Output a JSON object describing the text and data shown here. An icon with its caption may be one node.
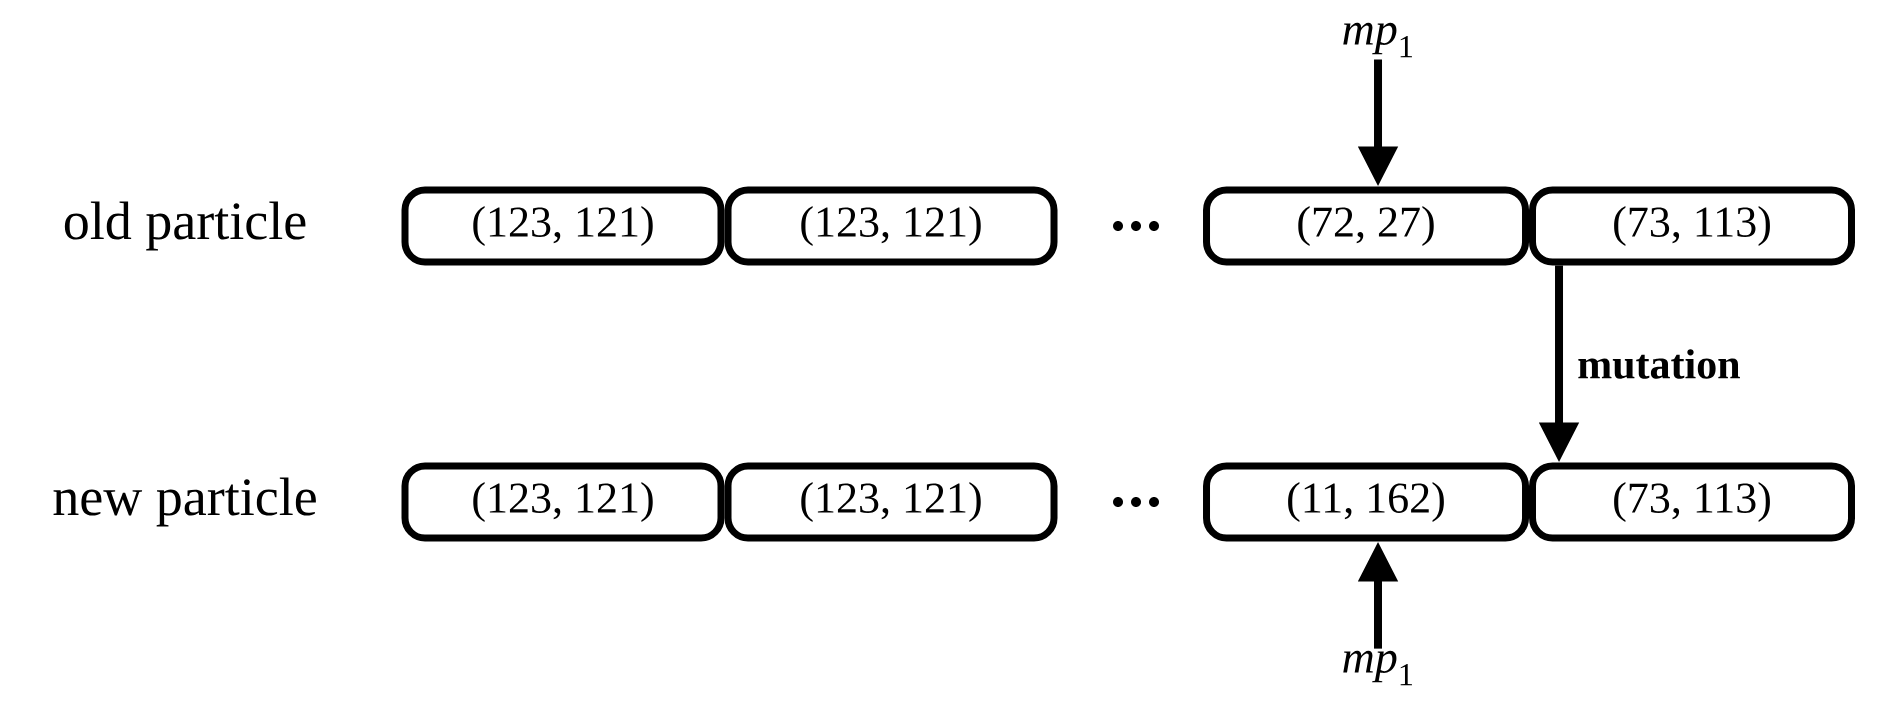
{
  "diagram": {
    "nodes": [
      {
        "text": [
          "(123, 121)"
        ]
      },
      {
        "text": [
          "(123, 121)"
        ]
      },
      {
        "text": [
          "(72, 27)"
        ]
      },
      {
        "text": [
          "(73, 113)"
        ]
      },
      {
        "text": [
          "(123, 121)"
        ]
      },
      {
        "text": [
          "(123, 121)"
        ]
      },
      {
        "text": [
          "(11, 162)"
        ]
      },
      {
        "text": [
          "(73, 113)"
        ]
      },
      {
        "text": [
          "*mp*$_{1}$"
        ]
      },
      {
        "text": [
          "*mp*$_{1}$"
        ]
      }
    ],
    "edges": [
      {
        "from": 8,
        "to": 2,
        "arrow": "to"
      },
      {
        "from": 3,
        "to": 7,
        "arrow": "to",
        "label": "mutation"
      },
      {
        "from": 9,
        "to": 6,
        "arrow": "to"
      }
    ],
    "labels": [
      "old particle",
      "new particle"
    ]
  }
}
